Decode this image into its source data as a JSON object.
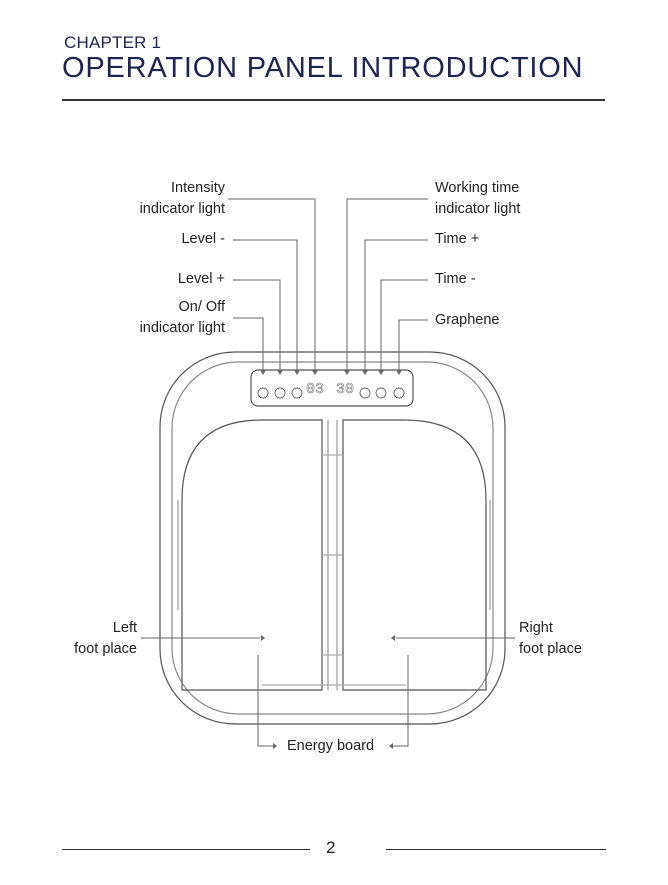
{
  "header": {
    "chapter": "CHAPTER 1",
    "title": "OPERATION PANEL INTRODUCTION"
  },
  "labels": {
    "intensity_1": "Intensity",
    "intensity_2": "indicator light",
    "level_minus": "Level -",
    "level_plus": "Level +",
    "onoff_1": "On/ Off",
    "onoff_2": "indicator light",
    "working_1": "Working time",
    "working_2": "indicator light",
    "time_plus": "Time +",
    "time_minus": "Time -",
    "graphene": "Graphene",
    "left_1": "Left",
    "left_2": "foot place",
    "right_1": "Right",
    "right_2": "foot place",
    "energy": "Energy board"
  },
  "display": {
    "level": "03",
    "time": "30"
  },
  "footer": {
    "page_number": "2"
  }
}
